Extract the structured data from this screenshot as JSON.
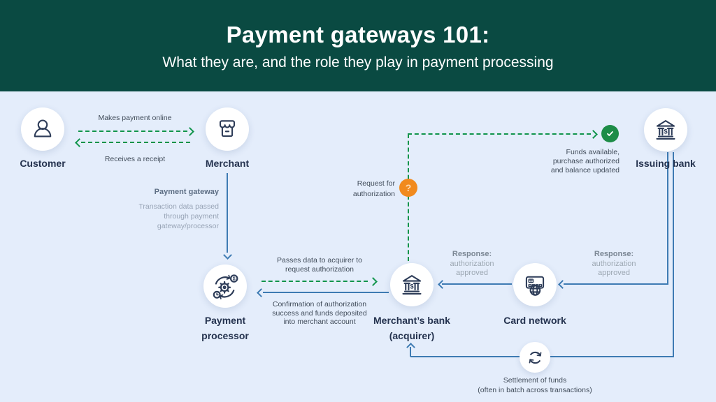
{
  "header": {
    "title": "Payment gateways 101:",
    "subtitle": "What they are, and the role they play in payment processing"
  },
  "nodes": {
    "customer": {
      "label": "Customer"
    },
    "merchant": {
      "label": "Merchant"
    },
    "payment_processor": {
      "label_line1": "Payment",
      "label_line2": "processor"
    },
    "merchants_bank": {
      "label_line1": "Merchant’s bank",
      "label_line2": "(acquirer)"
    },
    "card_network": {
      "label": "Card network"
    },
    "issuing_bank": {
      "label": "Issuing bank"
    }
  },
  "annotations": {
    "makes_payment": "Makes payment online",
    "receives_receipt": "Receives a receipt",
    "payment_gateway": {
      "title": "Payment gateway",
      "desc_line1": "Transaction data passed",
      "desc_line2": "through payment",
      "desc_line3": "gateway/processor"
    },
    "passes_data": {
      "line1": "Passes data to acquirer to",
      "line2": "request authorization"
    },
    "confirmation": {
      "line1": "Confirmation of authorization",
      "line2": "success and funds deposited",
      "line3": "into merchant account"
    },
    "request_auth": {
      "line1": "Request for",
      "line2": "authorization"
    },
    "funds_available": {
      "line1": "Funds available,",
      "line2": "purchase authorized",
      "line3": "and balance updated"
    },
    "response_card": {
      "title": "Response:",
      "line1": "authorization",
      "line2": "approved"
    },
    "response_issuing": {
      "title": "Response:",
      "line1": "authorization",
      "line2": "approved"
    },
    "settlement": {
      "line1": "Settlement of funds",
      "line2": "(often in batch across transactions)"
    }
  },
  "icons": {
    "dollar": "$",
    "question_mark": "?"
  },
  "colors": {
    "header_bg": "#0a4a42",
    "canvas_bg": "#e4edfb",
    "arrow_green": "#10944b",
    "arrow_blue": "#3e7bb3",
    "check_green": "#1d8c47",
    "question_orange": "#f18a1d",
    "icon_navy": "#2d3c58"
  }
}
